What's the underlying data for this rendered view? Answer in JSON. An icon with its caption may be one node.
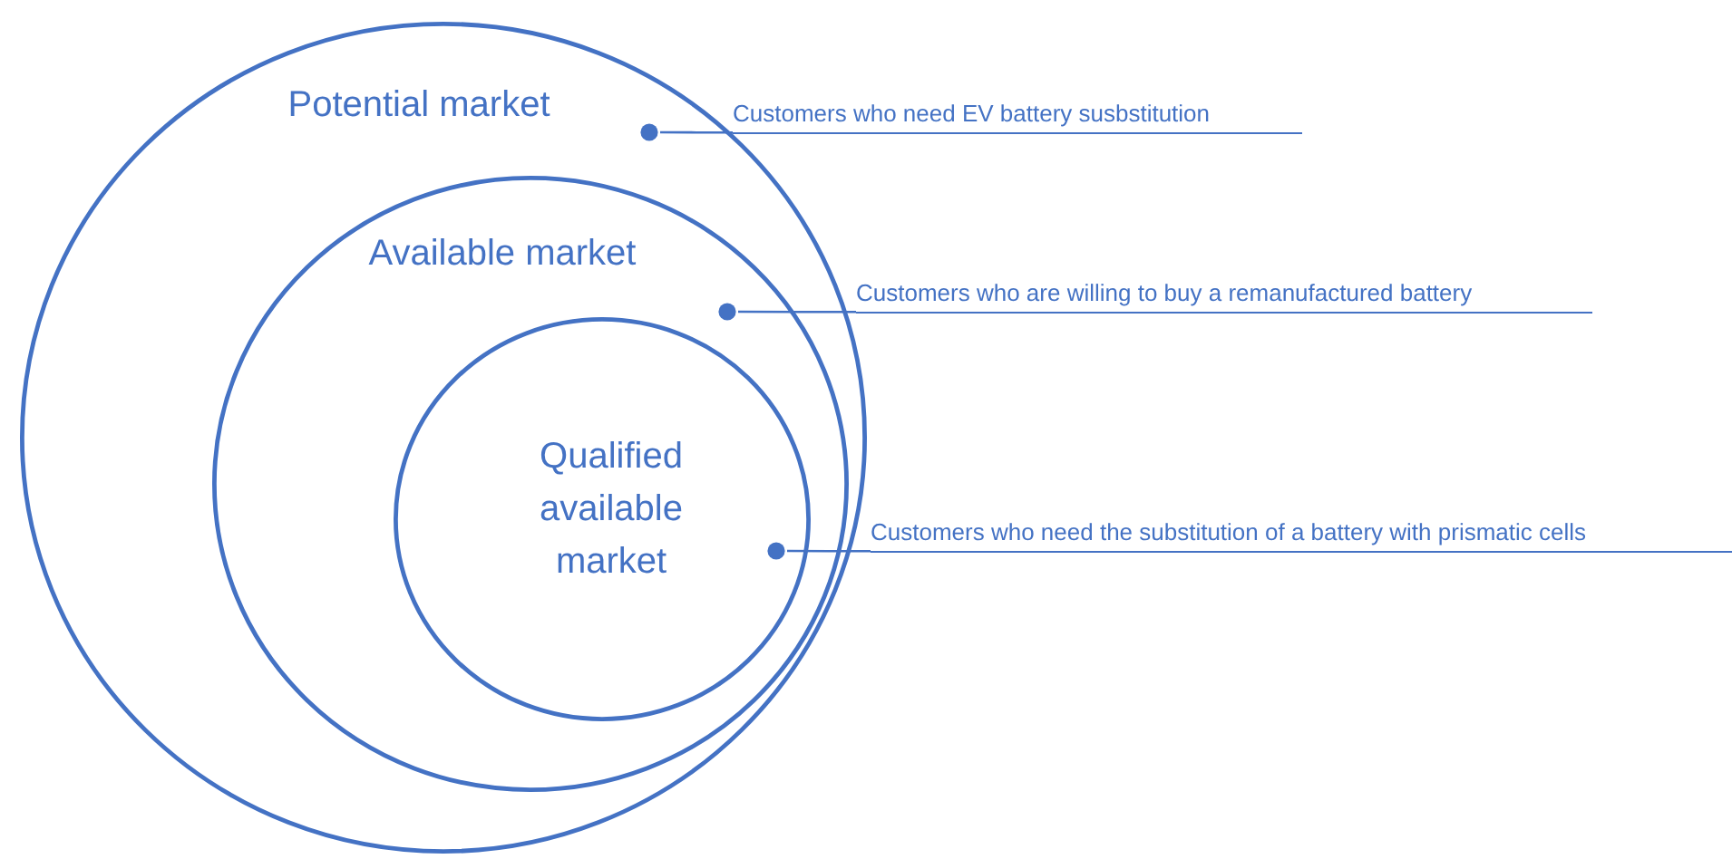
{
  "diagram": {
    "nodes": [
      {
        "text": [
          "Potential market"
        ]
      },
      {
        "text": [
          "Available market"
        ],
        "in": 0
      },
      {
        "text": [
          "Qualified available market"
        ],
        "in": 1
      },
      {
        "text": [
          "Customers who need EV battery susbstitution"
        ]
      },
      {
        "text": [],
        "shape": "circle",
        "in": 0
      },
      {
        "text": [
          "Customers who are willing to buy a remanufactured battery"
        ]
      },
      {
        "text": [],
        "shape": "circle",
        "in": 1
      },
      {
        "text": [
          "Customers who need the substitution of a battery with prismatic cells"
        ]
      },
      {
        "text": [],
        "shape": "circle",
        "in": 2
      }
    ],
    "edges": [
      {
        "from": 3,
        "to": 4,
        "arrow": "none"
      },
      {
        "from": 5,
        "to": 6,
        "arrow": "none"
      },
      {
        "from": 7,
        "to": 8,
        "arrow": "none"
      }
    ]
  }
}
